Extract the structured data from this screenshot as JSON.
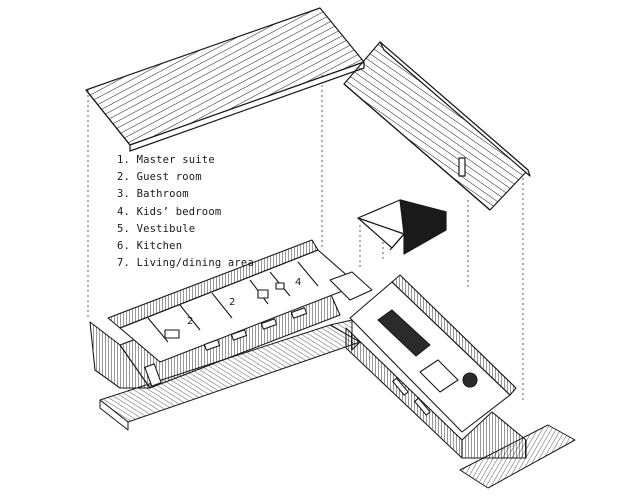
{
  "legend": [
    {
      "number": "1.",
      "label": "Master suite"
    },
    {
      "number": "2.",
      "label": "Guest room"
    },
    {
      "number": "3.",
      "label": "Bathroom"
    },
    {
      "number": "4.",
      "label": "Kids’ bedroom"
    },
    {
      "number": "5.",
      "label": "Vestibule"
    },
    {
      "number": "6.",
      "label": "Kitchen"
    },
    {
      "number": "7.",
      "label": "Living/dining area"
    }
  ],
  "room_numbers": {
    "guest_room_a": "2",
    "guest_room_b": "2",
    "kids_bedroom": "4"
  },
  "colors": {
    "line": "#1a1a1a",
    "fill_dark": "#2b2b2b",
    "background": "#ffffff"
  }
}
